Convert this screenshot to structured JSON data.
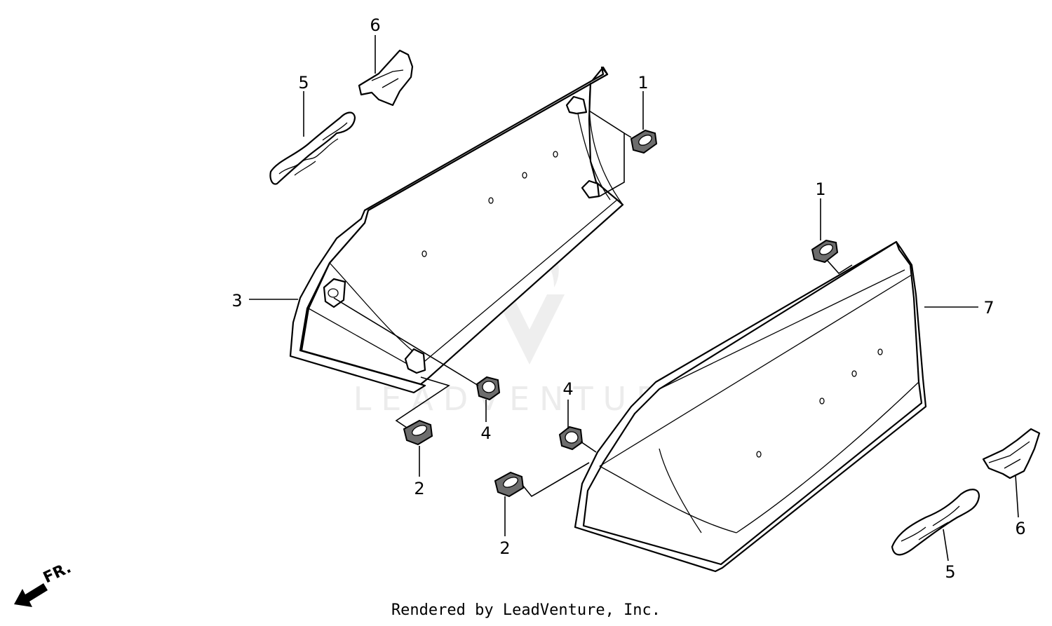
{
  "diagram": {
    "callouts": {
      "left_grommet_1": "1",
      "right_grommet_1": "1",
      "left_grommet_2": "2",
      "right_grommet_2": "2",
      "left_cover_3": "3",
      "left_grommet_4": "4",
      "right_grommet_4": "4",
      "left_emblem_5": "5",
      "right_emblem_5": "5",
      "left_badge_6": "6",
      "right_badge_6": "6",
      "right_cover_7": "7"
    },
    "direction_label": "FR.",
    "watermark": "LEADVENTURE"
  },
  "footer": {
    "credit": "Rendered by LeadVenture, Inc."
  }
}
